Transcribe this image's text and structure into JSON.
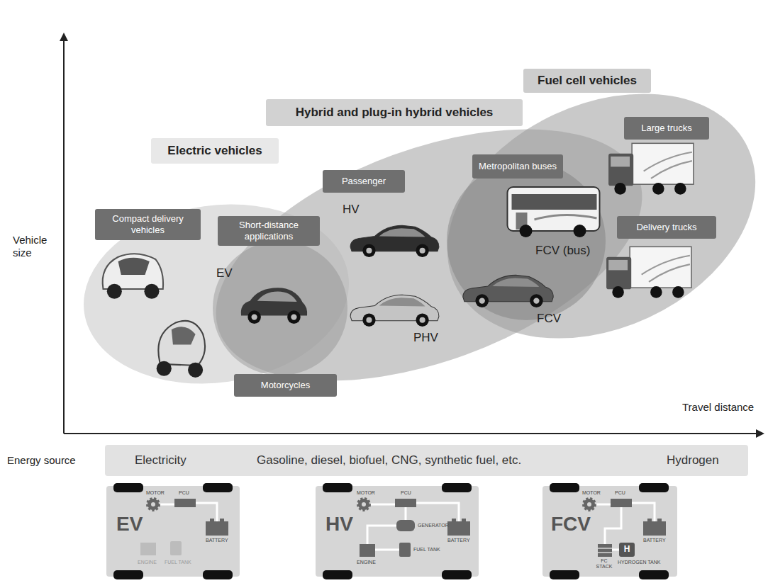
{
  "diagram": {
    "nodes": [
      {
        "text": [
          "Fuel cell vehicles"
        ]
      },
      {
        "text": [
          "Hybrid and plug-in hybrid vehicles"
        ]
      },
      {
        "text": [
          "Electric vehicles"
        ]
      },
      {
        "text": [
          "Large trucks"
        ]
      },
      {
        "text": [
          "Metropolitan buses"
        ]
      },
      {
        "text": [
          "Passenger"
        ]
      },
      {
        "text": [
          "Compact delivery vehicles"
        ]
      },
      {
        "text": [
          "Short-distance applications"
        ]
      },
      {
        "text": [
          "Delivery trucks"
        ]
      },
      {
        "text": [
          "Motorcycles"
        ]
      },
      {
        "text": [
          "Electricity",
          "Gasoline, diesel, biofuel, CNG, synthetic fuel, etc.",
          "Hydrogen"
        ]
      },
      {
        "text": [
          "EV",
          "MOTOR",
          "PCU",
          "BATTERY",
          "ENGINE",
          "FUEL TANK"
        ]
      },
      {
        "text": [
          "HV",
          "MOTOR",
          "PCU",
          "GENERATOR",
          "BATTERY",
          "ENGINE",
          "FUEL TANK"
        ]
      },
      {
        "text": [
          "FCV",
          "MOTOR",
          "PCU",
          "BATTERY",
          "FC STACK",
          "H",
          "HYDROGEN TANK"
        ]
      }
    ],
    "labels": [
      "Vehicle size",
      "EV",
      "HV",
      "FCV (bus)",
      "FCV",
      "PHV",
      "Travel distance",
      "Energy source"
    ]
  }
}
